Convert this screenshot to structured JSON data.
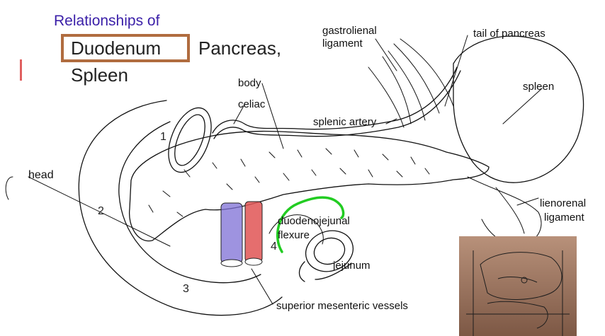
{
  "title": "Relationships of",
  "heading": {
    "duodenum": "Duodenum",
    "pancreas": "Pancreas,",
    "spleen": "Spleen"
  },
  "labels": {
    "gastrolienal": "gastrolienal",
    "ligament": "ligament",
    "tail_of_pancreas": "tail of pancreas",
    "body": "body",
    "celiac": "celiac",
    "splenic_artery": "splenic artery",
    "spleen": "spleen",
    "head": "head",
    "lienorenal": "lienorenal",
    "lienorenal_ligament": "ligament",
    "duodenojejunal": "duodenojejunal",
    "flexure": "flexure",
    "jejunum": "jejunum",
    "superior_mesenteric_vessels": "superior mesenteric vessels"
  },
  "part_numbers": {
    "one": "1",
    "two": "2",
    "three": "3",
    "four": "4"
  },
  "colors": {
    "title": "#3a1fa8",
    "highlight_box": "#b06c3f",
    "vein": "#7d6fd6",
    "artery": "#e05555",
    "flexure_marker": "#22cc22"
  },
  "inset_photo": {
    "description_icon": "abdomen-regions-photo-icon"
  }
}
